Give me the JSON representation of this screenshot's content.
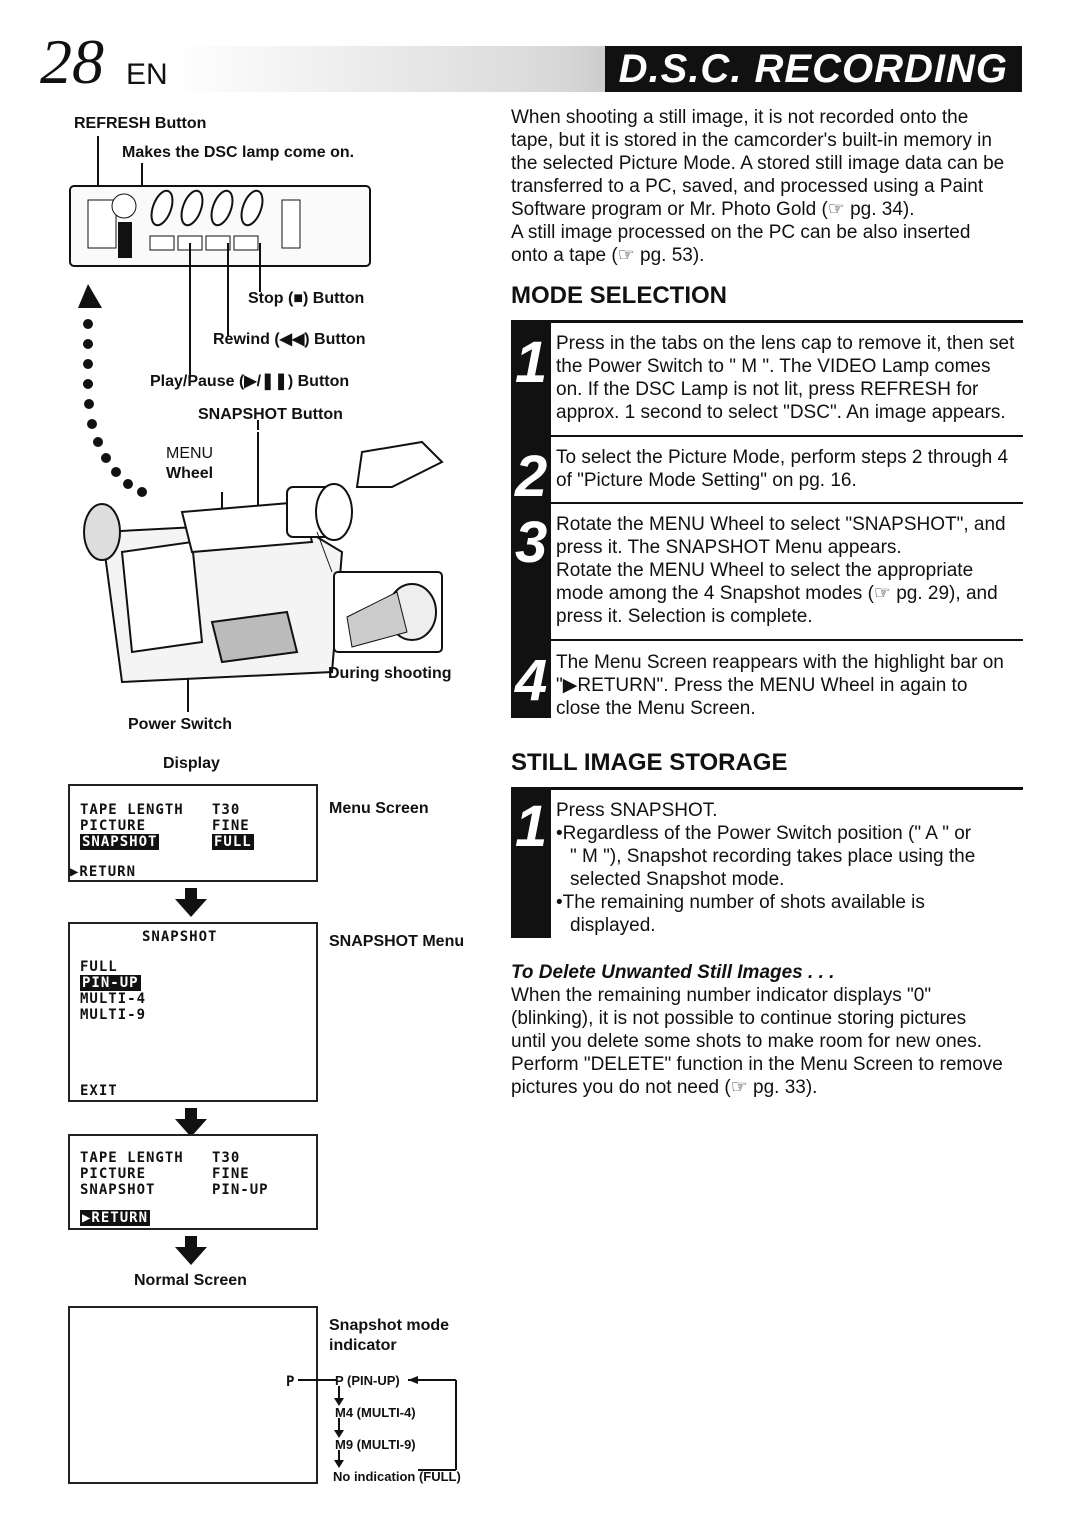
{
  "header": {
    "page_number": "28",
    "lang": "EN",
    "title": "D.S.C. RECORDING"
  },
  "figure": {
    "refresh_button": "REFRESH Button",
    "dsc_lamp": "Makes the DSC lamp come on.",
    "stop_button": "Stop (■) Button",
    "rewind_button": "Rewind (◀◀) Button",
    "play_pause_button": "Play/Pause (▶/❚❚) Button",
    "snapshot_button": "SNAPSHOT Button",
    "menu_wheel_1": "MENU",
    "menu_wheel_2": "Wheel",
    "during_shooting": "During shooting",
    "power_switch": "Power Switch",
    "display": "Display",
    "menu_screen_label": "Menu Screen",
    "snapshot_menu_label": "SNAPSHOT Menu",
    "normal_screen": "Normal Screen",
    "snapshot_mode_indicator_1": "Snapshot mode",
    "snapshot_mode_indicator_2": "indicator"
  },
  "screens": {
    "menu1": {
      "r1a": "TAPE LENGTH",
      "r1b": "T30",
      "r2a": "PICTURE",
      "r2b": "FINE",
      "r3a": "SNAPSHOT",
      "r3b": "FULL",
      "ret": "▶RETURN"
    },
    "snapshot": {
      "title": "SNAPSHOT",
      "o1": "FULL",
      "o2": "PIN-UP",
      "o3": "MULTI-4",
      "o4": "MULTI-9",
      "exit": "EXIT"
    },
    "menu2": {
      "r1a": "TAPE LENGTH",
      "r1b": "T30",
      "r2a": "PICTURE",
      "r2b": "FINE",
      "r3a": "SNAPSHOT",
      "r3b": "PIN-UP",
      "ret": "▶RETURN"
    },
    "normal": {
      "p": "P",
      "i1": "P (PIN-UP)",
      "i2": "M4 (MULTI-4)",
      "i3": "M9 (MULTI-9)",
      "i4": "No indication (FULL)"
    }
  },
  "intro": {
    "l1": "When shooting a still image, it is not recorded onto the",
    "l2": "tape, but it is stored in the camcorder's built-in memory in",
    "l3": "the selected Picture Mode. A stored still image data can be",
    "l4": "transferred to a PC, saved, and processed using a Paint",
    "l5": "Software program or Mr. Photo Gold (☞ pg. 34).",
    "l6": "A still image processed on the PC can be also inserted",
    "l7": "onto a tape (☞ pg. 53)."
  },
  "mode_selection": {
    "heading": "MODE SELECTION",
    "s1_num": "1",
    "s1": [
      "Press in the tabs on the lens cap to remove it, then set",
      "the Power Switch to \" M \". The VIDEO Lamp comes",
      "on. If the DSC Lamp is not lit, press REFRESH for",
      "approx. 1 second to select \"DSC\". An image appears."
    ],
    "s2_num": "2",
    "s2": [
      "To select the Picture Mode, perform steps 2 through 4",
      "of \"Picture Mode Setting\" on pg. 16."
    ],
    "s3_num": "3",
    "s3": [
      "Rotate the MENU Wheel to select \"SNAPSHOT\", and",
      "press it. The SNAPSHOT Menu appears.",
      "Rotate the MENU Wheel to select the appropriate",
      "mode among the 4 Snapshot modes (☞ pg. 29), and",
      "press it. Selection is complete."
    ],
    "s4_num": "4",
    "s4": [
      "The Menu Screen reappears with the highlight bar on",
      "\"▶RETURN\". Press the MENU Wheel in again to",
      "close the Menu Screen."
    ]
  },
  "still_storage": {
    "heading": "STILL IMAGE STORAGE",
    "s1_num": "1",
    "l1": "Press SNAPSHOT.",
    "l2": "•Regardless of the Power Switch position (\" A \" or",
    "l3": "\" M \"), Snapshot recording takes place using the",
    "l4": "selected Snapshot mode.",
    "l5": "•The remaining number of shots available is",
    "l6": "displayed."
  },
  "delete": {
    "heading": "To Delete Unwanted Still Images . . .",
    "l1": "When the remaining number indicator displays \"0\"",
    "l2": "(blinking), it is not possible to continue storing pictures",
    "l3": "until you delete some shots to make room for new ones.",
    "l4": "Perform \"DELETE\" function in the Menu Screen to remove",
    "l5": "pictures you do not need (☞ pg. 33)."
  }
}
